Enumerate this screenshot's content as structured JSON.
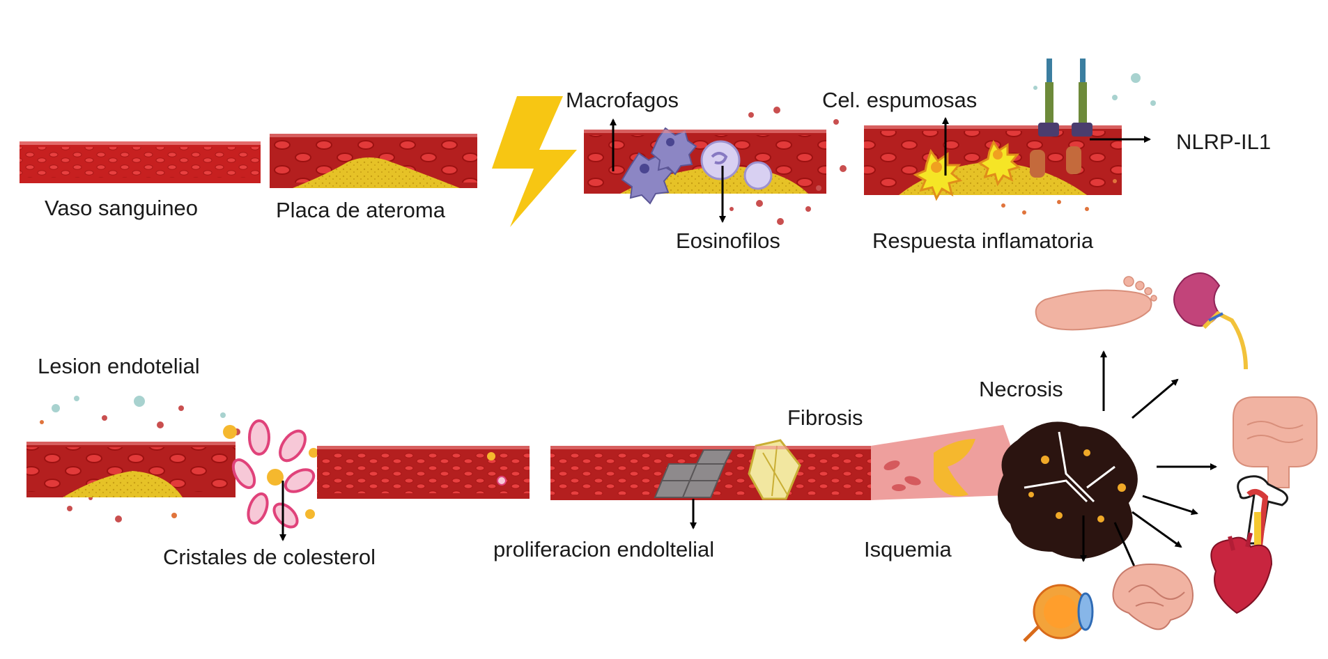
{
  "labels": {
    "vaso": "Vaso sanguineo",
    "placa": "Placa de ateroma",
    "macrofagos": "Macrofagos",
    "eosinofilos": "Eosinofilos",
    "cel_espumosas": "Cel. espumosas",
    "respuesta": "Respuesta inflamatoria",
    "nlrp": "NLRP-IL1",
    "lesion": "Lesion endotelial",
    "cristales": "Cristales de colesterol",
    "proliferacion": "proliferacion endoltelial",
    "fibrosis": "Fibrosis",
    "isquemia": "Isquemia",
    "necrosis": "Necrosis"
  },
  "colors": {
    "vessel_outer": "#b31d1d",
    "vessel_inner": "#d62b2b",
    "cell": "#e03838",
    "plaque": "#e6c227",
    "lightning": "#f7c613",
    "necrosis": "#2b1410",
    "necrosis_spot": "#f0a928",
    "organ_pink": "#f1b3a2",
    "ischemia": "#ee9f9d",
    "macrophage": "#8c86c4",
    "foam": "#f5e526"
  },
  "icons": [
    "lightning-icon",
    "foot-icon",
    "kidney-icon",
    "intestine-icon",
    "bone-icon",
    "heart-icon",
    "brain-icon",
    "eye-icon",
    "receptor-icon"
  ]
}
